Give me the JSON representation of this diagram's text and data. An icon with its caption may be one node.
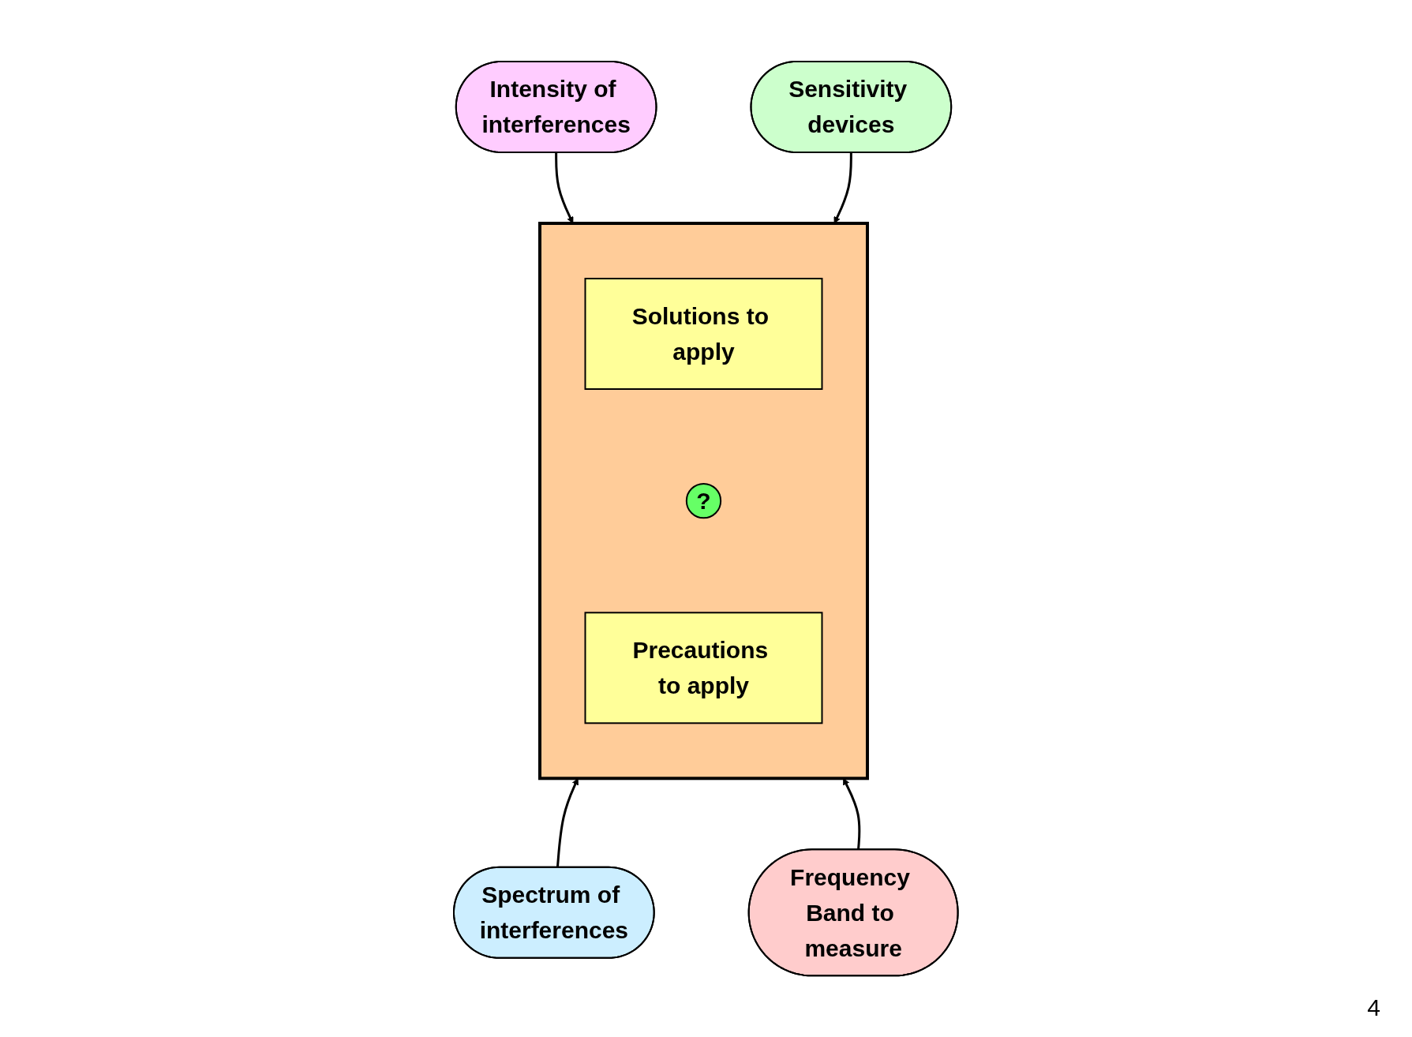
{
  "diagram": {
    "nodes": [
      {
        "text": [
          "Intensity of interferences"
        ]
      },
      {
        "text": [
          "Sensitivity devices"
        ]
      },
      {
        "text": [],
        "shape": "box"
      },
      {
        "text": [
          "Solutions to apply"
        ],
        "in": 2
      },
      {
        "text": [
          "?"
        ],
        "in": 2
      },
      {
        "text": [
          "Precautions to apply"
        ],
        "in": 2
      },
      {
        "text": [
          "Spectrum of interferences"
        ]
      },
      {
        "text": [
          "Frequency Band to measure"
        ]
      }
    ],
    "edges": [
      {
        "from": 0,
        "to": 2,
        "arrow": "to"
      },
      {
        "from": 1,
        "to": 2,
        "arrow": "to"
      },
      {
        "from": 6,
        "to": 2,
        "arrow": "to"
      },
      {
        "from": 7,
        "to": 2,
        "arrow": "to"
      }
    ],
    "labels": [
      "4"
    ]
  }
}
